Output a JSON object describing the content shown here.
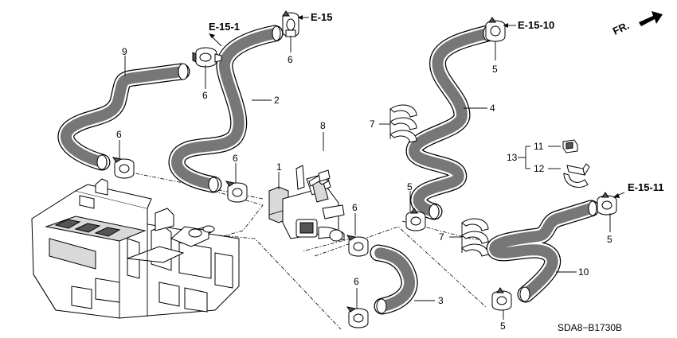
{
  "part_labels": {
    "p1": "1",
    "p2": "2",
    "p3": "3",
    "p4": "4",
    "p5a": "5",
    "p5b": "5",
    "p5c": "5",
    "p5d": "5",
    "p6a": "6",
    "p6b": "6",
    "p6c": "6",
    "p6d": "6",
    "p6e": "6",
    "p6f": "6",
    "p7a": "7",
    "p7b": "7",
    "p8": "8",
    "p9": "9",
    "p10": "10",
    "p11": "11",
    "p12": "12",
    "p13": "13"
  },
  "references": {
    "e15_1": "E-15-1",
    "e15": "E-15",
    "e15_10": "E-15-10",
    "e15_11": "E-15-11"
  },
  "direction": {
    "label": "FR."
  },
  "diagram_code": "SDA8−B1730B"
}
